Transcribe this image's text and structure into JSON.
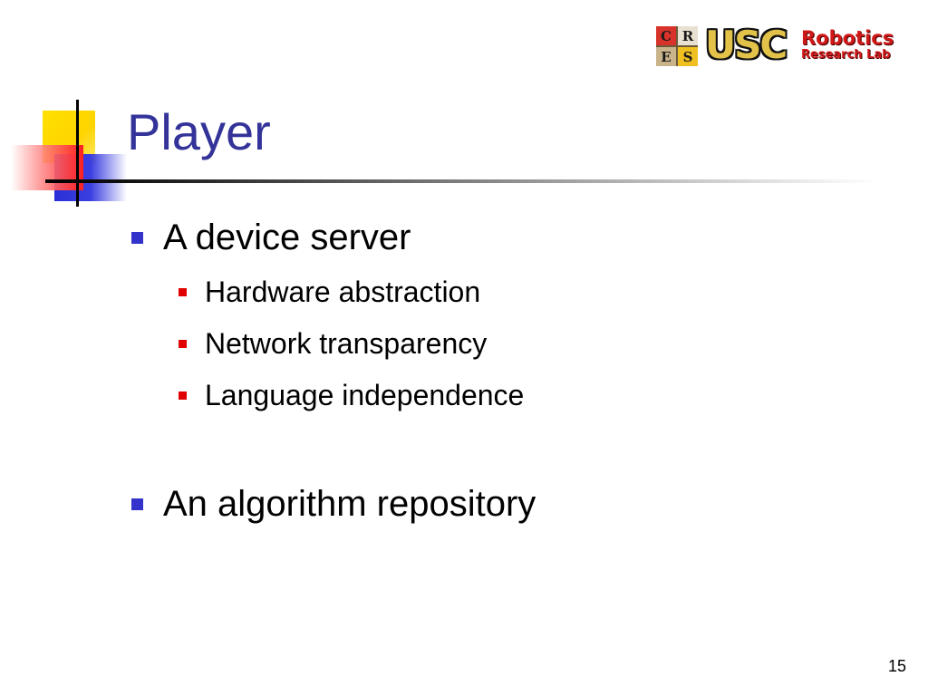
{
  "slide": {
    "title": "Player",
    "page_number": "15",
    "logo": {
      "cres_letters": [
        "C",
        "R",
        "E",
        "S"
      ],
      "usc": "USC",
      "line1": "Robotics",
      "line2": "Research Lab"
    },
    "bullets": [
      {
        "text": "A device server",
        "children": [
          "Hardware abstraction",
          "Network transparency",
          "Language independence"
        ]
      },
      {
        "text": "An algorithm repository",
        "children": []
      }
    ]
  },
  "colors": {
    "title": "#333399",
    "level1_bullet": "#3333cc",
    "level2_bullet": "#e00000",
    "logo_red": "#d01818",
    "logo_gold": "#e3c24a"
  }
}
